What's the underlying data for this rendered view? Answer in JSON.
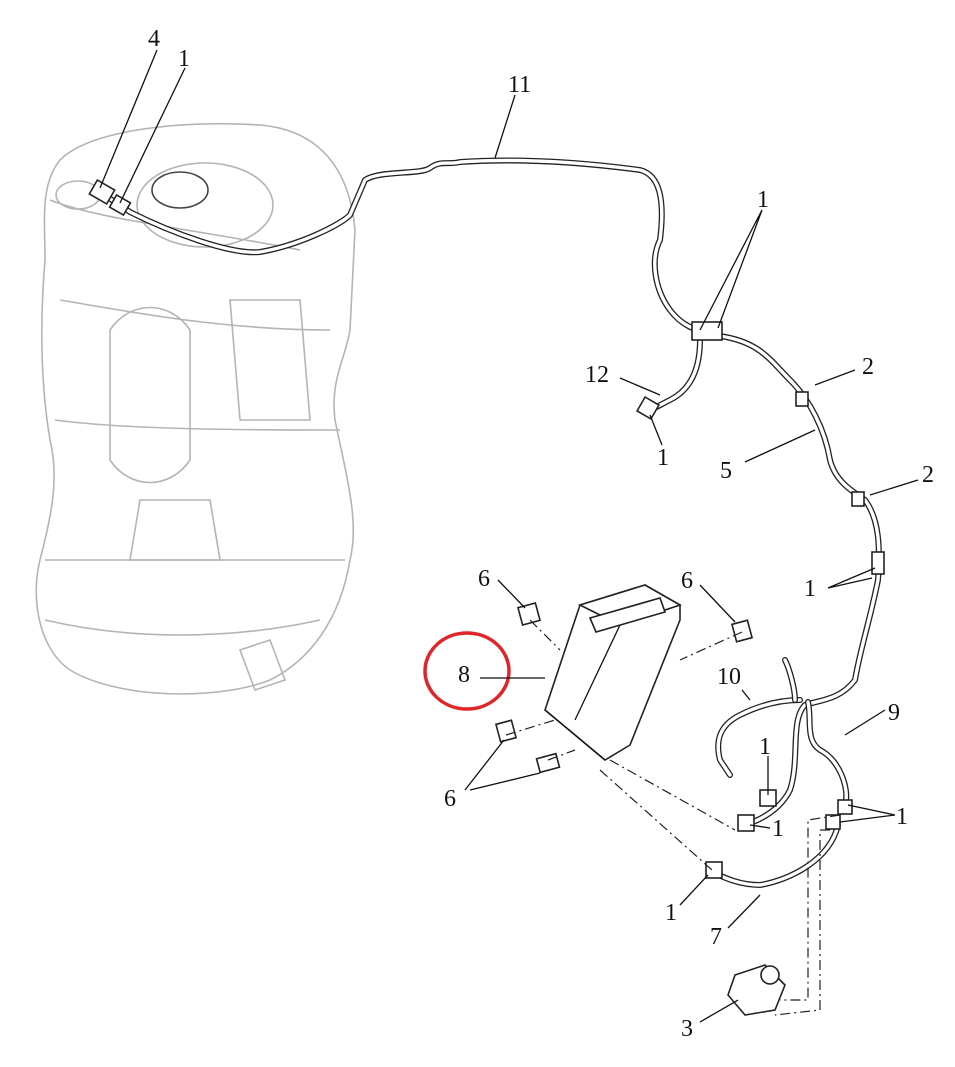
{
  "diagram": {
    "title": "Fuel tank evaporative emission hose routing",
    "highlight_color": "#e0262b",
    "highlighted_callout": "8",
    "callouts": [
      {
        "label": "4"
      },
      {
        "label": "1"
      },
      {
        "label": "11"
      },
      {
        "label": "1"
      },
      {
        "label": "12"
      },
      {
        "label": "1"
      },
      {
        "label": "2"
      },
      {
        "label": "5"
      },
      {
        "label": "2"
      },
      {
        "label": "1"
      },
      {
        "label": "6"
      },
      {
        "label": "6"
      },
      {
        "label": "8"
      },
      {
        "label": "10"
      },
      {
        "label": "9"
      },
      {
        "label": "1"
      },
      {
        "label": "1"
      },
      {
        "label": "1"
      },
      {
        "label": "6"
      },
      {
        "label": "1"
      },
      {
        "label": "7"
      },
      {
        "label": "3"
      }
    ]
  }
}
